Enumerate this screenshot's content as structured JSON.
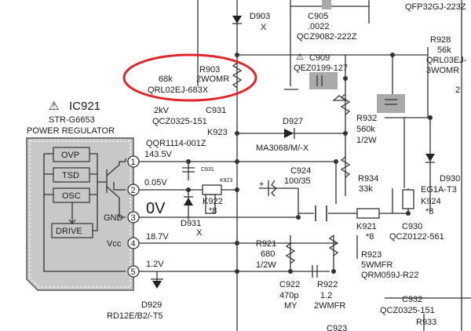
{
  "ic": {
    "warning_symbol": "⚠",
    "designator": "IC921",
    "part": "STR-G6653",
    "function": "POWER REGULATOR",
    "blocks": [
      "OVP",
      "TSD",
      "OSC",
      "DRIVE"
    ],
    "gnd_label": "GND",
    "vcc_label": "Vcc",
    "pins": [
      "1",
      "2",
      "3",
      "4",
      "5"
    ]
  },
  "voltages": {
    "pin1": "143.5V",
    "pin2": "0.05V",
    "pin3": "0V",
    "pin4": "18.7V",
    "pin5": "1.2V"
  },
  "components": {
    "d903": [
      "D903",
      "X"
    ],
    "c905": [
      "C905",
      ".0022",
      "QCZ9082-222Z"
    ],
    "ic_top_right": "QFP32GJ-223Z",
    "r928": [
      "R928",
      "56k",
      "QRL03EJ-",
      "3WOMR"
    ],
    "c909": [
      "C909",
      "QEZ0199-127"
    ],
    "r903": [
      "R903",
      "68k",
      "2WOMR",
      "QRL02EJ-683X"
    ],
    "c931": [
      "2kV",
      "C931",
      "QCZ0325-151",
      "K923",
      "QQR1114-001Z"
    ],
    "d927": [
      "D927",
      "MA3068/M/-X"
    ],
    "r932": [
      "R932",
      "560k",
      "1/2W"
    ],
    "r934": [
      "R934",
      "33k"
    ],
    "d930": [
      "D930",
      "EG1A-T3"
    ],
    "k924": [
      "K924",
      "*8"
    ],
    "c924": [
      "C924",
      "100/35"
    ],
    "c931_small": "C931",
    "k923_small": "K923",
    "k922": [
      "K922",
      "*8"
    ],
    "d931": [
      "D931",
      "X"
    ],
    "k921": [
      "K921",
      "*8"
    ],
    "c930": [
      "C930",
      "QCZ0122-561"
    ],
    "r921": [
      "R921",
      "680",
      "1/2W"
    ],
    "r923": [
      "R923",
      "5WMFR",
      "QRM059J-R22"
    ],
    "c922": [
      "C922",
      "470p",
      "MY"
    ],
    "r922": [
      "R922",
      "1.2",
      "2WMFR"
    ],
    "c932": [
      "C932",
      "QCZ0325-151"
    ],
    "c923": "C923",
    "r933": "R933",
    "d929": [
      "D929",
      "RD12E/B2/-T5"
    ],
    "edge_2": "2"
  },
  "highlight_color": "#e0262b",
  "ic_fill_color": "#c8c8c8"
}
